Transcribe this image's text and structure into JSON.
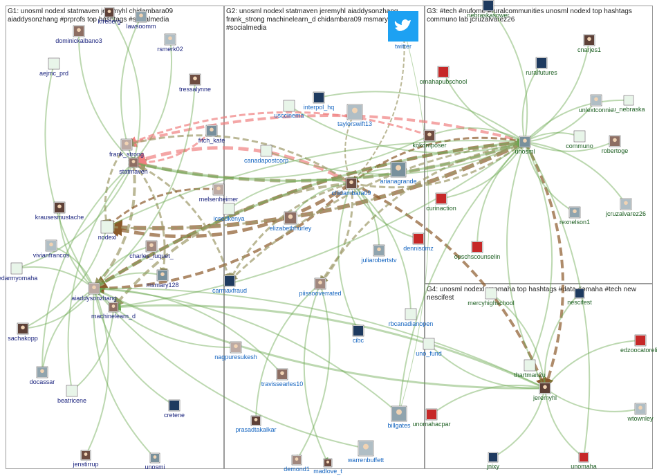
{
  "groups": [
    {
      "id": "G1",
      "title": "G1: unosml nodexl statmaven jeremyhl chidambara09 aiaddysonzhang #prprofs top hashtags #socialmedia",
      "label_color": "#1a237e"
    },
    {
      "id": "G2",
      "title": "G2: unosml nodexl statmaven jeremyhl aiaddysonzhang frank_strong machinelearn_d chidambara09 msmary128 #socialmedia",
      "label_color": "#1565c0"
    },
    {
      "id": "G3",
      "title": "G3: #tech #nufome #ruralcommunities unosml nodexl top hashtags communo lab jcruzalvarez26",
      "label_color": "#1b5e20"
    },
    {
      "id": "G4",
      "title": "G4: unosml nodexl unomaha top hashtags #data #omaha #tech new nescifest",
      "label_color": "#1b5e20"
    }
  ],
  "nodes": [
    {
      "id": "dominickalbano3",
      "label": "dominickalbano3",
      "group": "G1",
      "icon": "person-avatar"
    },
    {
      "id": "kfreberg",
      "label": "kfreberg",
      "group": "G1",
      "icon": "person-avatar"
    },
    {
      "id": "lawsoomm",
      "label": "lawsoomm",
      "group": "G1",
      "icon": "person-avatar"
    },
    {
      "id": "rsmerk02",
      "label": "rsmerk02",
      "group": "G1",
      "icon": "person-avatar"
    },
    {
      "id": "aejmc_prd",
      "label": "aejmc_prd",
      "group": "G1",
      "icon": "logo-avatar"
    },
    {
      "id": "tressalynne",
      "label": "tressalynne",
      "group": "G1",
      "icon": "person-avatar"
    },
    {
      "id": "fitch_kate",
      "label": "fitch_kate",
      "group": "G1",
      "icon": "person-avatar"
    },
    {
      "id": "frank_strong",
      "label": "frank_strong",
      "group": "G1",
      "icon": "person-avatar"
    },
    {
      "id": "statmaven",
      "label": "statmaven",
      "group": "G1",
      "icon": "person-avatar"
    },
    {
      "id": "krausesmustache",
      "label": "krausesmustache",
      "group": "G1",
      "icon": "person-avatar"
    },
    {
      "id": "nodexl",
      "label": "nodexl",
      "group": "G1",
      "icon": "logo-avatar"
    },
    {
      "id": "vivianfrancos",
      "label": "vivianfrancos",
      "group": "G1",
      "icon": "person-avatar"
    },
    {
      "id": "charles_luquet_",
      "label": "charles_luquet_",
      "group": "G1",
      "icon": "person-avatar"
    },
    {
      "id": "redarmyomaha",
      "label": "redarmyomaha",
      "group": "G1",
      "icon": "logo-avatar"
    },
    {
      "id": "msmary128",
      "label": "msmary128",
      "group": "G1",
      "icon": "person-avatar"
    },
    {
      "id": "aiaddysonzhang",
      "label": "aiaddysonzhang",
      "group": "G1",
      "icon": "person-avatar"
    },
    {
      "id": "machinelearn_d",
      "label": "machinelearn_d",
      "group": "G1",
      "icon": "person-avatar"
    },
    {
      "id": "sachakopp",
      "label": "sachakopp",
      "group": "G1",
      "icon": "person-avatar"
    },
    {
      "id": "docassar",
      "label": "docassar",
      "group": "G1",
      "icon": "person-avatar"
    },
    {
      "id": "beatricene",
      "label": "beatricene",
      "group": "G1",
      "icon": "logo-avatar"
    },
    {
      "id": "cretene",
      "label": "cretene",
      "group": "G1",
      "icon": "logo-avatar"
    },
    {
      "id": "jenstirrup",
      "label": "jenstirrup",
      "group": "G1",
      "icon": "person-avatar"
    },
    {
      "id": "unosmi",
      "label": "unosmi",
      "group": "G1",
      "icon": "person-avatar"
    },
    {
      "id": "melsenheimer",
      "label": "melsenheimer",
      "group": "G1",
      "icon": "person-avatar"
    },
    {
      "id": "twitter",
      "label": "twitter",
      "group": "G2",
      "icon": "bird-icon"
    },
    {
      "id": "usccinema",
      "label": "usccinema",
      "group": "G2",
      "icon": "logo-avatar"
    },
    {
      "id": "interpol_hq",
      "label": "interpol_hq",
      "group": "G2",
      "icon": "logo-avatar"
    },
    {
      "id": "taylorswift13",
      "label": "taylorswift13",
      "group": "G2",
      "icon": "person-avatar"
    },
    {
      "id": "canadapostcorp",
      "label": "canadapostcorp",
      "group": "G2",
      "icon": "logo-avatar"
    },
    {
      "id": "chidambara09",
      "label": "chidambara09",
      "group": "G2",
      "icon": "person-avatar"
    },
    {
      "id": "arianagrande",
      "label": "arianagrande",
      "group": "G2",
      "icon": "person-avatar"
    },
    {
      "id": "icsedkenya",
      "label": "icsedkenya",
      "group": "G2",
      "icon": "logo-avatar"
    },
    {
      "id": "elizabethhurley",
      "label": "elizabethhurley",
      "group": "G2",
      "icon": "person-avatar"
    },
    {
      "id": "dennisdmz",
      "label": "dennisdmz",
      "group": "G2",
      "icon": "logo-avatar"
    },
    {
      "id": "juliarobertstv",
      "label": "juliarobertstv",
      "group": "G2",
      "icon": "person-avatar"
    },
    {
      "id": "carmaxfraud",
      "label": "carmaxfraud",
      "group": "G2",
      "icon": "logo-avatar"
    },
    {
      "id": "piissooverrated",
      "label": "piissooverrated",
      "group": "G2",
      "icon": "person-avatar"
    },
    {
      "id": "rbcanadianopen",
      "label": "rbcanadianopen",
      "group": "G2",
      "icon": "logo-avatar"
    },
    {
      "id": "cibc",
      "label": "cibc",
      "group": "G2",
      "icon": "logo-avatar"
    },
    {
      "id": "nagpuresukesh",
      "label": "nagpuresukesh",
      "group": "G2",
      "icon": "person-avatar"
    },
    {
      "id": "travissearles10",
      "label": "travissearles10",
      "group": "G2",
      "icon": "person-avatar"
    },
    {
      "id": "prasadtakalkar",
      "label": "prasadtakalkar",
      "group": "G2",
      "icon": "person-avatar"
    },
    {
      "id": "billgates",
      "label": "billgates",
      "group": "G2",
      "icon": "person-avatar"
    },
    {
      "id": "warrenbuffett",
      "label": "warrenbuffett",
      "group": "G2",
      "icon": "person-avatar"
    },
    {
      "id": "demond1",
      "label": "demond1",
      "group": "G2",
      "icon": "person-avatar"
    },
    {
      "id": "madlove_t",
      "label": "madlove_t",
      "group": "G2",
      "icon": "person-avatar"
    },
    {
      "id": "uno_fund",
      "label": "uno_fund",
      "group": "G2",
      "icon": "logo-avatar"
    },
    {
      "id": "nebraskasower",
      "label": "nebraskasower",
      "group": "G3",
      "icon": "logo-avatar"
    },
    {
      "id": "omahapubschool",
      "label": "omahapubschool",
      "group": "G3",
      "icon": "logo-avatar"
    },
    {
      "id": "cnarjes1",
      "label": "cnarjes1",
      "group": "G3",
      "icon": "person-avatar"
    },
    {
      "id": "ruralfutures",
      "label": "ruralfutures",
      "group": "G3",
      "icon": "logo-avatar"
    },
    {
      "id": "unlextconnie",
      "label": "unlextconnie",
      "group": "G3",
      "icon": "person-avatar"
    },
    {
      "id": "u_nebraska",
      "label": "u_nebraska",
      "group": "G3",
      "icon": "logo-avatar"
    },
    {
      "id": "kokomposer",
      "label": "kokomposer",
      "group": "G3",
      "icon": "person-avatar"
    },
    {
      "id": "unosml",
      "label": "unosml",
      "group": "G3",
      "icon": "person-avatar"
    },
    {
      "id": "communo",
      "label": "communo",
      "group": "G3",
      "icon": "logo-avatar"
    },
    {
      "id": "robertoge",
      "label": "robertoge",
      "group": "G3",
      "icon": "person-avatar"
    },
    {
      "id": "curinaction",
      "label": "curinaction",
      "group": "G3",
      "icon": "logo-avatar"
    },
    {
      "id": "rexnelson1",
      "label": "rexnelson1",
      "group": "G3",
      "icon": "person-avatar"
    },
    {
      "id": "jcruzalvarez26",
      "label": "jcruzalvarez26",
      "group": "G3",
      "icon": "person-avatar"
    },
    {
      "id": "opschscounselin",
      "label": "opschscounselin",
      "group": "G3",
      "icon": "logo-avatar"
    },
    {
      "id": "mercyhighschool",
      "label": "mercyhighschool",
      "group": "G4",
      "icon": "logo-avatar"
    },
    {
      "id": "nescifest",
      "label": "nescifest",
      "group": "G4",
      "icon": "logo-avatar"
    },
    {
      "id": "edzoocatoreliz",
      "label": "edzoocatoreliz",
      "group": "G4",
      "icon": "logo-avatar"
    },
    {
      "id": "thartman2u",
      "label": "thartman2u",
      "group": "G4",
      "icon": "logo-avatar"
    },
    {
      "id": "jeremyhl",
      "label": "jeremyhl",
      "group": "G4",
      "icon": "person-avatar"
    },
    {
      "id": "unomahacpar",
      "label": "unomahacpar",
      "group": "G4",
      "icon": "logo-avatar"
    },
    {
      "id": "wtownley",
      "label": "wtownley",
      "group": "G4",
      "icon": "person-avatar"
    },
    {
      "id": "jnixy",
      "label": "jnixy",
      "group": "G4",
      "icon": "logo-avatar"
    },
    {
      "id": "unomaha",
      "label": "unomaha",
      "group": "G4",
      "icon": "logo-avatar"
    }
  ],
  "edge_colors": {
    "green": "#6aa84f",
    "red": "#f08080",
    "brown": "#8b5a2b",
    "olive": "#9e9a6a"
  }
}
